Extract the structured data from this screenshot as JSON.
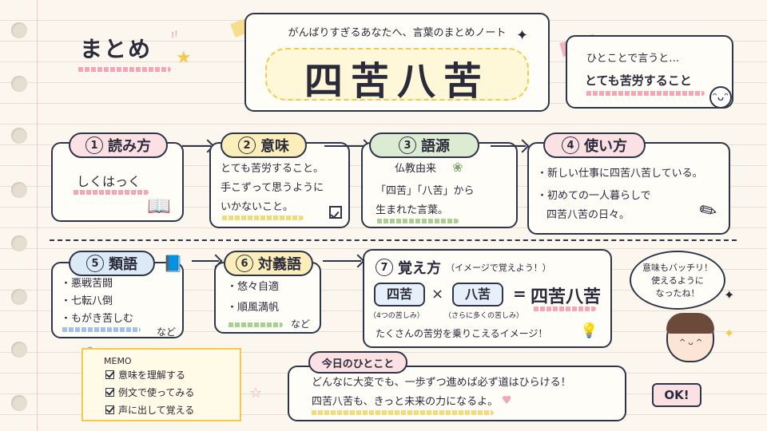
{
  "header": {
    "matome": "まとめ",
    "subtitle": "がんばりすぎるあなたへ、言葉のまとめノート",
    "title": "四苦八苦",
    "summary_lead": "ひとことで言うと…",
    "summary_text": "とても苦労すること"
  },
  "sections": {
    "reading": {
      "num": "1",
      "label": "読み方",
      "text": "しくはっく"
    },
    "meaning": {
      "num": "2",
      "label": "意味",
      "line1": "とても苦労すること。",
      "line2": "手こずって思うように",
      "line3": "いかないこと。"
    },
    "origin": {
      "num": "3",
      "label": "語源",
      "line1": "仏教由来",
      "line2": "「四苦」「八苦」から",
      "line3": "生まれた言葉。"
    },
    "usage": {
      "num": "4",
      "label": "使い方",
      "line1": "・新しい仕事に四苦八苦している。",
      "line2": "・初めての一人暮らしで",
      "line3": "四苦八苦の日々。"
    },
    "synonyms": {
      "num": "5",
      "label": "類語",
      "items": [
        "・悪戦苦闘",
        "・七転八倒",
        "・もがき苦しむ"
      ],
      "etc": "など"
    },
    "antonyms": {
      "num": "6",
      "label": "対義語",
      "items": [
        "・悠々自適",
        "・順風満帆"
      ],
      "etc": "など"
    },
    "memorize": {
      "num": "7",
      "label": "覚え方",
      "note": "（イメージで覚えよう！）",
      "term1": "四苦",
      "term1_note": "（4つの苦しみ）",
      "times": "×",
      "term2": "八苦",
      "term2_note": "（さらに多くの苦しみ）",
      "equals": "=",
      "result": "四苦八苦",
      "caption": "たくさんの苦労を乗りこえるイメージ！"
    }
  },
  "bubble": {
    "line1": "意味もバッチリ！",
    "line2": "使えるように",
    "line3": "なったね！"
  },
  "memo": {
    "title": "MEMO",
    "items": [
      "意味を理解する",
      "例文で使ってみる",
      "声に出して覚える"
    ]
  },
  "today": {
    "label": "今日のひとこと",
    "line1": "どんなに大変でも、一歩ずつ進めば必ず道はひらける！",
    "line2": "四苦八苦も、きっと未来の力になるよ。"
  },
  "ok_badge": "OK!",
  "colors": {
    "pink": "#f2a7b3",
    "yellow": "#f5d97a",
    "blue": "#9ec3e6",
    "green": "#a9cf95",
    "ink": "#2f3548"
  },
  "icons": [
    "star-icon",
    "sparkle-icon",
    "book-icon",
    "checkbox-icon",
    "lotus-icon",
    "pencil-icon",
    "lightbulb-icon",
    "heart-icon",
    "smiley-icon",
    "paperclip-icon"
  ]
}
